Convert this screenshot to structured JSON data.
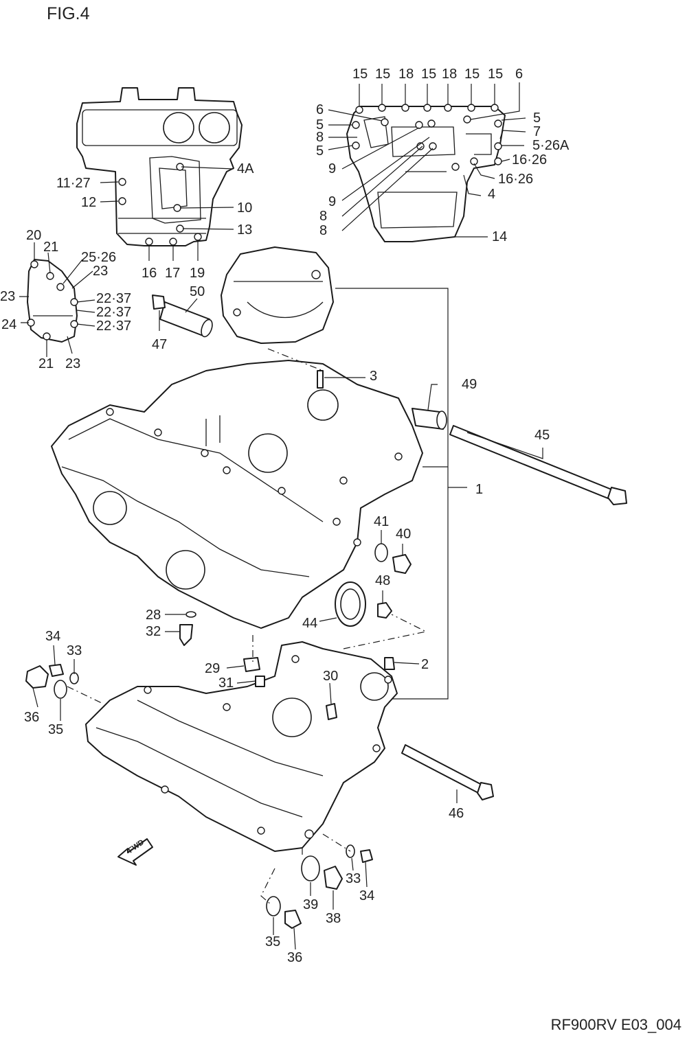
{
  "figure_title": "FIG.4",
  "diagram_code": "RF900RV E03_004",
  "fwd_label": "FWD",
  "callouts": [
    {
      "id": "c15a",
      "text": "15"
    },
    {
      "id": "c15b",
      "text": "15"
    },
    {
      "id": "c18a",
      "text": "18"
    },
    {
      "id": "c15c",
      "text": "15"
    },
    {
      "id": "c18b",
      "text": "18"
    },
    {
      "id": "c15d",
      "text": "15"
    },
    {
      "id": "c15e",
      "text": "15"
    },
    {
      "id": "c6a",
      "text": "6"
    },
    {
      "id": "c6b",
      "text": "6"
    },
    {
      "id": "c5a",
      "text": "5"
    },
    {
      "id": "c8a",
      "text": "8"
    },
    {
      "id": "c5b",
      "text": "5"
    },
    {
      "id": "c5c",
      "text": "5"
    },
    {
      "id": "c7",
      "text": "7"
    },
    {
      "id": "c526a",
      "text": "5·26A"
    },
    {
      "id": "c1626a",
      "text": "16·26"
    },
    {
      "id": "c1626b",
      "text": "16·26"
    },
    {
      "id": "c9a",
      "text": "9"
    },
    {
      "id": "c4",
      "text": "4"
    },
    {
      "id": "c9b",
      "text": "9"
    },
    {
      "id": "c8b",
      "text": "8"
    },
    {
      "id": "c8c",
      "text": "8"
    },
    {
      "id": "c14",
      "text": "14"
    },
    {
      "id": "c4a",
      "text": "4A"
    },
    {
      "id": "c1127",
      "text": "11·27"
    },
    {
      "id": "c12",
      "text": "12"
    },
    {
      "id": "c10",
      "text": "10"
    },
    {
      "id": "c13",
      "text": "13"
    },
    {
      "id": "c16",
      "text": "16"
    },
    {
      "id": "c17",
      "text": "17"
    },
    {
      "id": "c19",
      "text": "19"
    },
    {
      "id": "c20",
      "text": "20"
    },
    {
      "id": "c21a",
      "text": "21"
    },
    {
      "id": "c2526",
      "text": "25·26"
    },
    {
      "id": "c23a",
      "text": "23"
    },
    {
      "id": "c23b",
      "text": "23"
    },
    {
      "id": "c2237a",
      "text": "22·37"
    },
    {
      "id": "c2237b",
      "text": "22·37"
    },
    {
      "id": "c2237c",
      "text": "22·37"
    },
    {
      "id": "c24",
      "text": "24"
    },
    {
      "id": "c21b",
      "text": "21"
    },
    {
      "id": "c23c",
      "text": "23"
    },
    {
      "id": "c50",
      "text": "50"
    },
    {
      "id": "c47",
      "text": "47"
    },
    {
      "id": "c3",
      "text": "3"
    },
    {
      "id": "c49",
      "text": "49"
    },
    {
      "id": "c45",
      "text": "45"
    },
    {
      "id": "c1",
      "text": "1"
    },
    {
      "id": "c41",
      "text": "41"
    },
    {
      "id": "c40",
      "text": "40"
    },
    {
      "id": "c48",
      "text": "48"
    },
    {
      "id": "c44",
      "text": "44"
    },
    {
      "id": "c28",
      "text": "28"
    },
    {
      "id": "c32",
      "text": "32"
    },
    {
      "id": "c34a",
      "text": "34"
    },
    {
      "id": "c33a",
      "text": "33"
    },
    {
      "id": "c36a",
      "text": "36"
    },
    {
      "id": "c35a",
      "text": "35"
    },
    {
      "id": "c29",
      "text": "29"
    },
    {
      "id": "c31",
      "text": "31"
    },
    {
      "id": "c30",
      "text": "30"
    },
    {
      "id": "c2",
      "text": "2"
    },
    {
      "id": "c46",
      "text": "46"
    },
    {
      "id": "c33b",
      "text": "33"
    },
    {
      "id": "c34b",
      "text": "34"
    },
    {
      "id": "c39",
      "text": "39"
    },
    {
      "id": "c38",
      "text": "38"
    },
    {
      "id": "c35b",
      "text": "35"
    },
    {
      "id": "c36b",
      "text": "36"
    }
  ]
}
